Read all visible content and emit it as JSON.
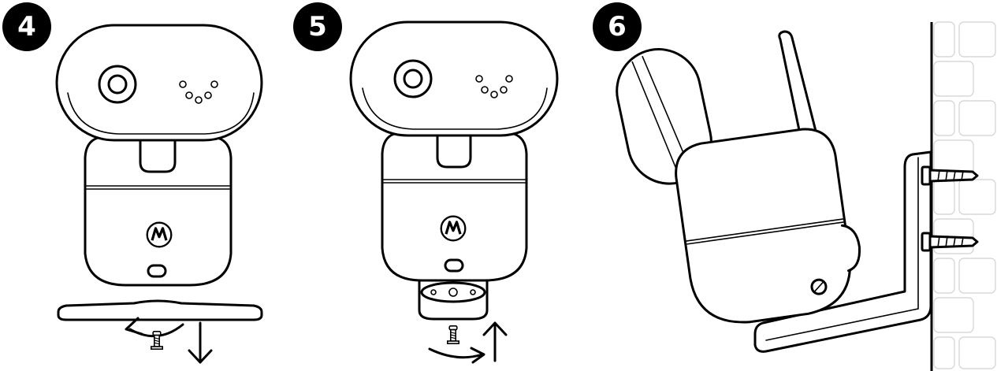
{
  "steps": [
    {
      "number": "4"
    },
    {
      "number": "5"
    },
    {
      "number": "6"
    }
  ]
}
